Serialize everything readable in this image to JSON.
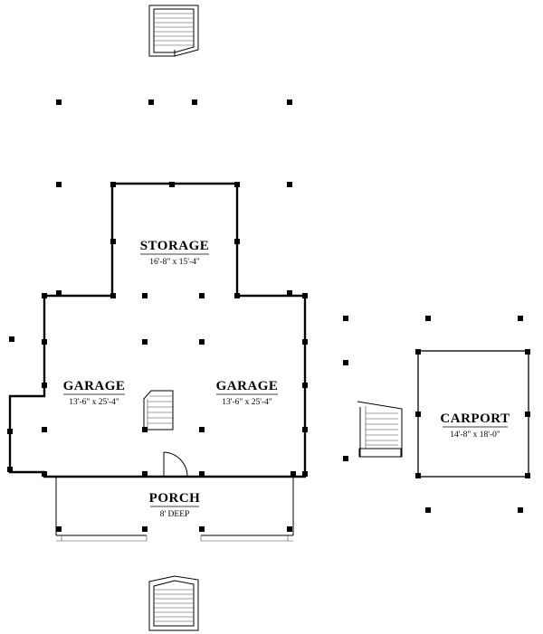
{
  "rooms": {
    "storage": {
      "name": "STORAGE",
      "size": "16'-8\" x 15'-4\""
    },
    "garage_left": {
      "name": "GARAGE",
      "size": "13'-6\" x 25'-4\""
    },
    "garage_right": {
      "name": "GARAGE",
      "size": "13'-6\" x 25'-4\""
    },
    "porch": {
      "name": "PORCH",
      "size": "8' DEEP"
    },
    "carport": {
      "name": "CARPORT",
      "size": "14'-8\" x 18'-0\""
    }
  }
}
